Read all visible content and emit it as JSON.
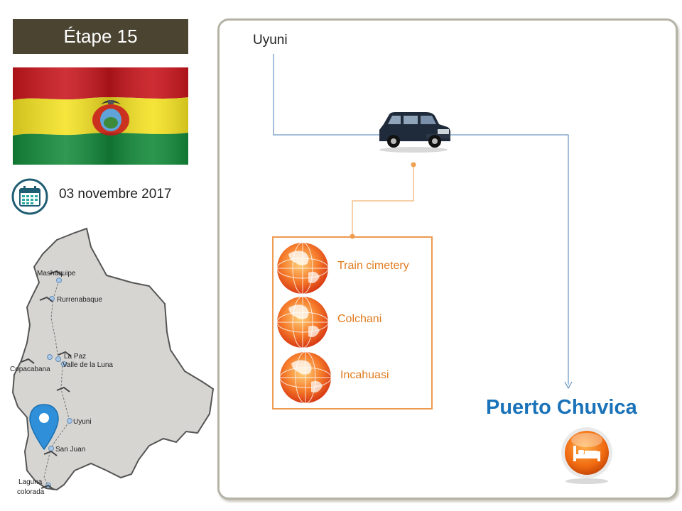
{
  "stage": {
    "title": "Étape 15"
  },
  "date": {
    "text": "03 novembre 2017"
  },
  "route": {
    "start": "Uyuni",
    "destination": "Puerto Chuvica"
  },
  "points_of_interest": [
    {
      "label": "Train cimetery"
    },
    {
      "label": "Colchani"
    },
    {
      "label": "Incahuasi"
    }
  ],
  "map": {
    "cities": [
      {
        "name": "Mashaquipe"
      },
      {
        "name": "Rurrenabaque"
      },
      {
        "name": "La Paz"
      },
      {
        "name": "Copacabana"
      },
      {
        "name": "Valle de la Luna"
      },
      {
        "name": "Uyuni"
      },
      {
        "name": "San Juan"
      },
      {
        "name": "Laguna"
      },
      {
        "name": "colorada"
      }
    ]
  },
  "colors": {
    "header_bg": "#4a4431",
    "poi_border": "#ee9a4f",
    "poi_text": "#e07b1f",
    "destination": "#1a72b8",
    "route_line": "#4a7fb5",
    "poi_line": "#f0a050"
  },
  "icons": [
    "bolivia-flag",
    "calendar-icon",
    "car-icon",
    "globe-icon",
    "map-pin-icon",
    "bed-icon"
  ]
}
